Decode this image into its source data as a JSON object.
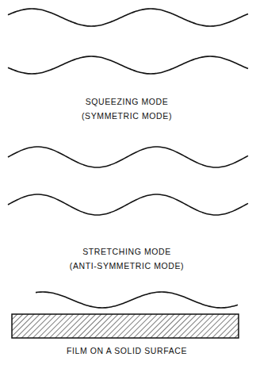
{
  "diagram": {
    "labels": [
      "SQUEEZING MODE",
      "(SYMMETRIC MODE)",
      "STRETCHING MODE",
      "(ANTI-SYMMETRIC MODE)",
      "FILM ON A SOLID SURFACE"
    ]
  }
}
